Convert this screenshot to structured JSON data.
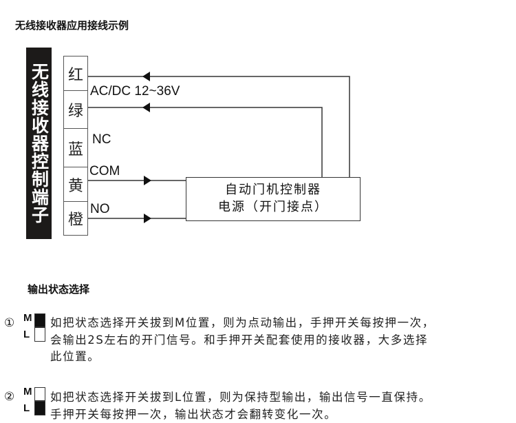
{
  "title": "无线接收器应用接线示例",
  "terminal_label": "无线接收器控制端子",
  "terminals": [
    "红",
    "绿",
    "蓝",
    "黄",
    "橙"
  ],
  "wire_labels": {
    "power": "AC/DC  12~36V",
    "nc": "NC",
    "com": "COM",
    "no": "NO"
  },
  "controller": {
    "line1": "自动门机控制器",
    "line2": "电源（开门接点）"
  },
  "section_title": "输出状态选择",
  "modes": [
    {
      "number": "①",
      "m": "M",
      "l": "L",
      "selected": "M",
      "lines": [
        "如把状态选择开关拔到M位置，则为点动输出，手押开关每按押一次，",
        "会输出2S左右的开门信号。和手押开关配套使用的接收器，大多选择",
        "此位置。"
      ]
    },
    {
      "number": "②",
      "m": "M",
      "l": "L",
      "selected": "L",
      "lines": [
        "如把状态选择开关拔到L位置，则为保持型输出，输出信号一直保持。",
        "手押开关每按押一次，输出状态才会翻转变化一次。"
      ]
    }
  ]
}
